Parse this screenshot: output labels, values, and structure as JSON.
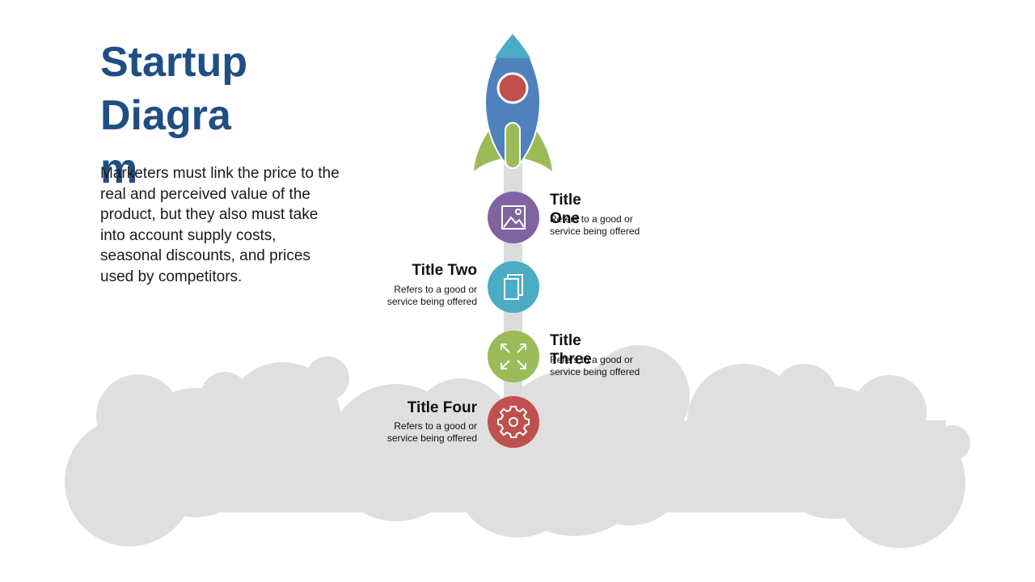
{
  "slide": {
    "title": "Startup Diagram",
    "body": "Marketers must link the price to the real and perceived value of the product, but they also must take into account supply costs, seasonal discounts, and prices used by competitors."
  },
  "steps": [
    {
      "title": "Title One",
      "desc_line1": "Refers to a good or",
      "desc_line2": "service being offered",
      "icon": "picture-icon",
      "color": "#8064a2",
      "side": "right"
    },
    {
      "title": "Title Two",
      "desc_line1": "Refers to a good or",
      "desc_line2": "service being offered",
      "icon": "copy-icon",
      "color": "#4bacc6",
      "side": "left"
    },
    {
      "title": "Title Three",
      "desc_line1": "Refers to a good or",
      "desc_line2": "service being offered",
      "icon": "expand-arrows-icon",
      "color": "#9bbb59",
      "side": "right"
    },
    {
      "title": "Title Four",
      "desc_line1": "Refers to a good or",
      "desc_line2": "service being offered",
      "icon": "gear-icon",
      "color": "#c0504d",
      "side": "left"
    }
  ],
  "colors": {
    "title": "#1f4e85",
    "cloud": "#dfdfdf",
    "rocket_body": "#4f81bd",
    "rocket_nose": "#4bacc6",
    "rocket_fins": "#9bbb59",
    "rocket_window": "#c0504d"
  }
}
